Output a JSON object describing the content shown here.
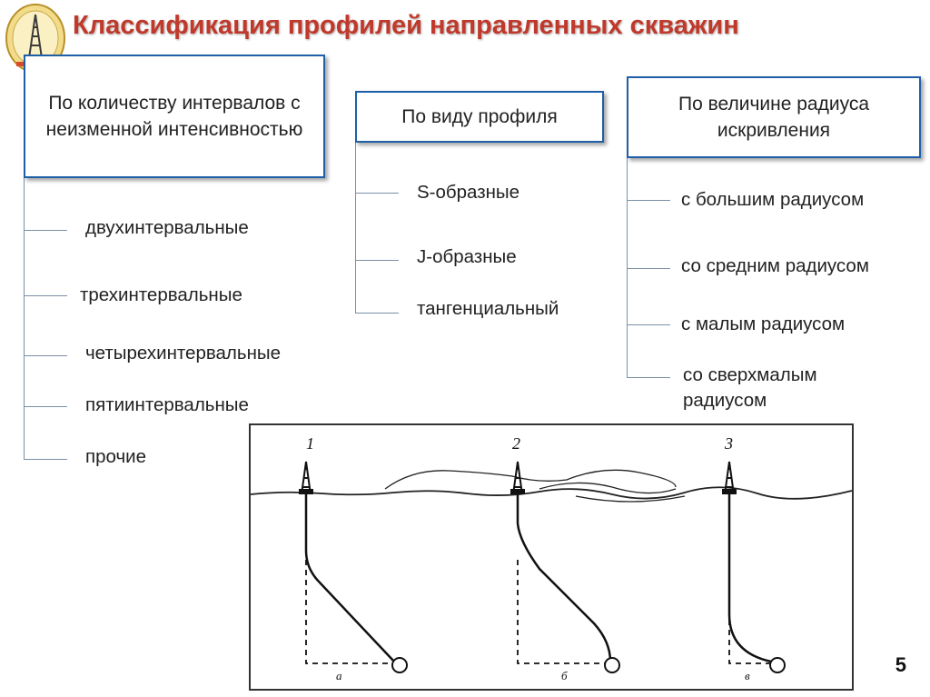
{
  "header": {
    "title": "Классификация профилей направленных скважин"
  },
  "columns": [
    {
      "heading": "По количеству интервалов с неизменной интенсивностью",
      "items": [
        "двухинтервальные",
        "трехинтервальные",
        "четырехинтервальные",
        "пятиинтервальные",
        "прочие"
      ]
    },
    {
      "heading": "По виду профиля",
      "items": [
        "S-образные",
        "J-образные",
        "тангенциальный"
      ]
    },
    {
      "heading": "По величине радиуса искривления",
      "items": [
        "с большим радиусом",
        "со средним радиусом",
        "с малым радиусом",
        "со сверхмалым радиусом"
      ]
    }
  ],
  "figure": {
    "well_numbers": [
      "1",
      "2",
      "3"
    ],
    "sublabels": [
      "а",
      "б",
      "в"
    ]
  },
  "footer": {
    "page_number": "5"
  },
  "colors": {
    "title": "#c0392b",
    "box_border": "#1f5fa8",
    "connector": "#7a8fa6"
  },
  "icons": {
    "logo": "drilling-rig-emblem-icon"
  }
}
